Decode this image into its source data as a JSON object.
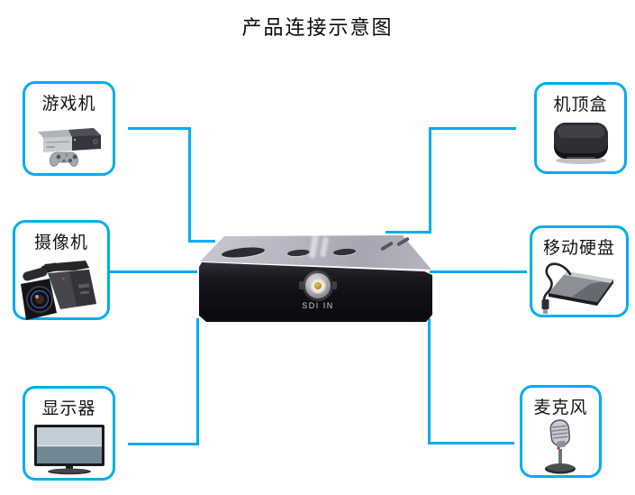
{
  "title": "产品连接示意图",
  "colors": {
    "accent": "#00ADEE"
  },
  "hub": {
    "port_label": "SDI IN"
  },
  "devices": {
    "game_console": {
      "label": "游戏机",
      "position": "top-left"
    },
    "camera": {
      "label": "摄像机",
      "position": "middle-left"
    },
    "monitor": {
      "label": "显示器",
      "position": "bottom-left"
    },
    "set_top_box": {
      "label": "机顶盒",
      "position": "top-right"
    },
    "hard_drive": {
      "label": "移动硬盘",
      "position": "middle-right"
    },
    "microphone": {
      "label": "麦克风",
      "position": "bottom-right"
    }
  }
}
